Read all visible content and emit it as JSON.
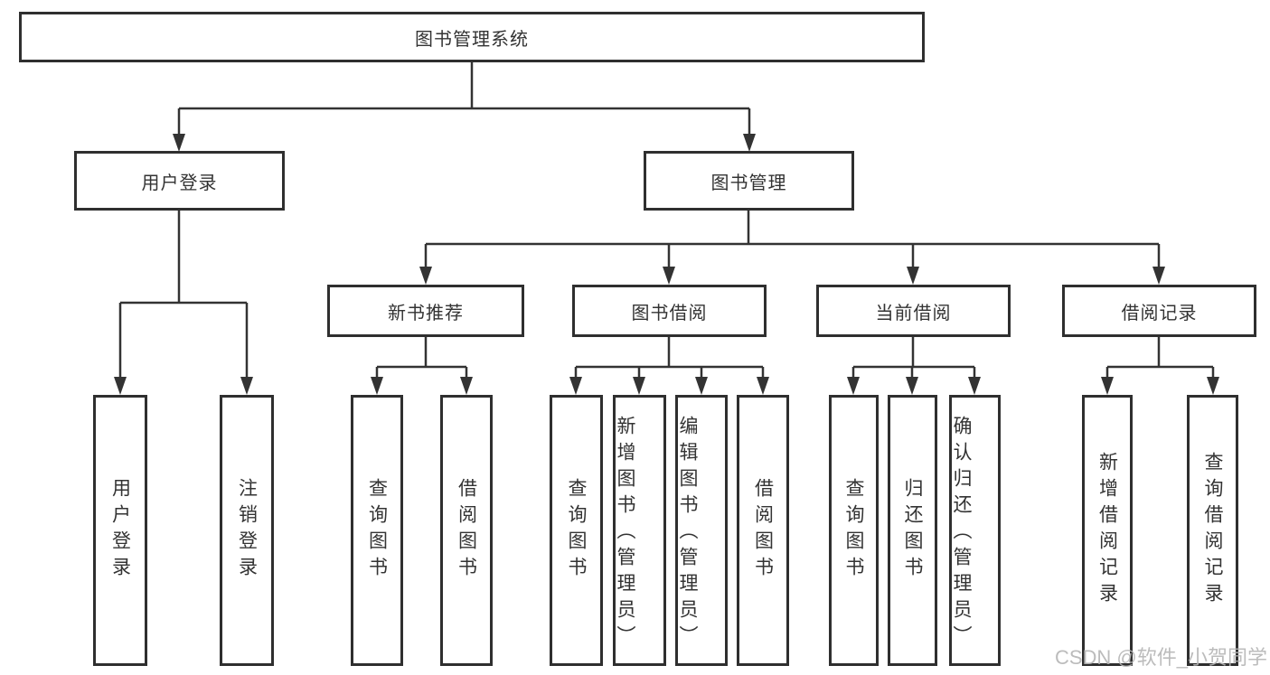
{
  "diagram": {
    "root_label": "图书管理系统",
    "nodes": {
      "user_login": "用户登录",
      "book_mgmt": "图书管理",
      "new_book": "新书推荐",
      "book_borrow": "图书借阅",
      "current_borrow": "当前借阅",
      "borrow_record": "借阅记录"
    },
    "leaves": {
      "user_login": [
        "用户登录",
        "注销登录"
      ],
      "new_book": [
        "查询图书",
        "借阅图书"
      ],
      "book_borrow": [
        "查询图书",
        "新增图书（管理员）",
        "编辑图书（管理员）",
        "借阅图书"
      ],
      "current_borrow": [
        "查询图书",
        "归还图书",
        "确认归还（管理员）"
      ],
      "borrow_record": [
        "新增借阅记录",
        "查询借阅记录"
      ]
    }
  },
  "watermark": "CSDN @软件_小贺同学",
  "colors": {
    "line": "#333333",
    "text": "#333333",
    "watermark": "#b5b5b5",
    "background": "#ffffff"
  }
}
